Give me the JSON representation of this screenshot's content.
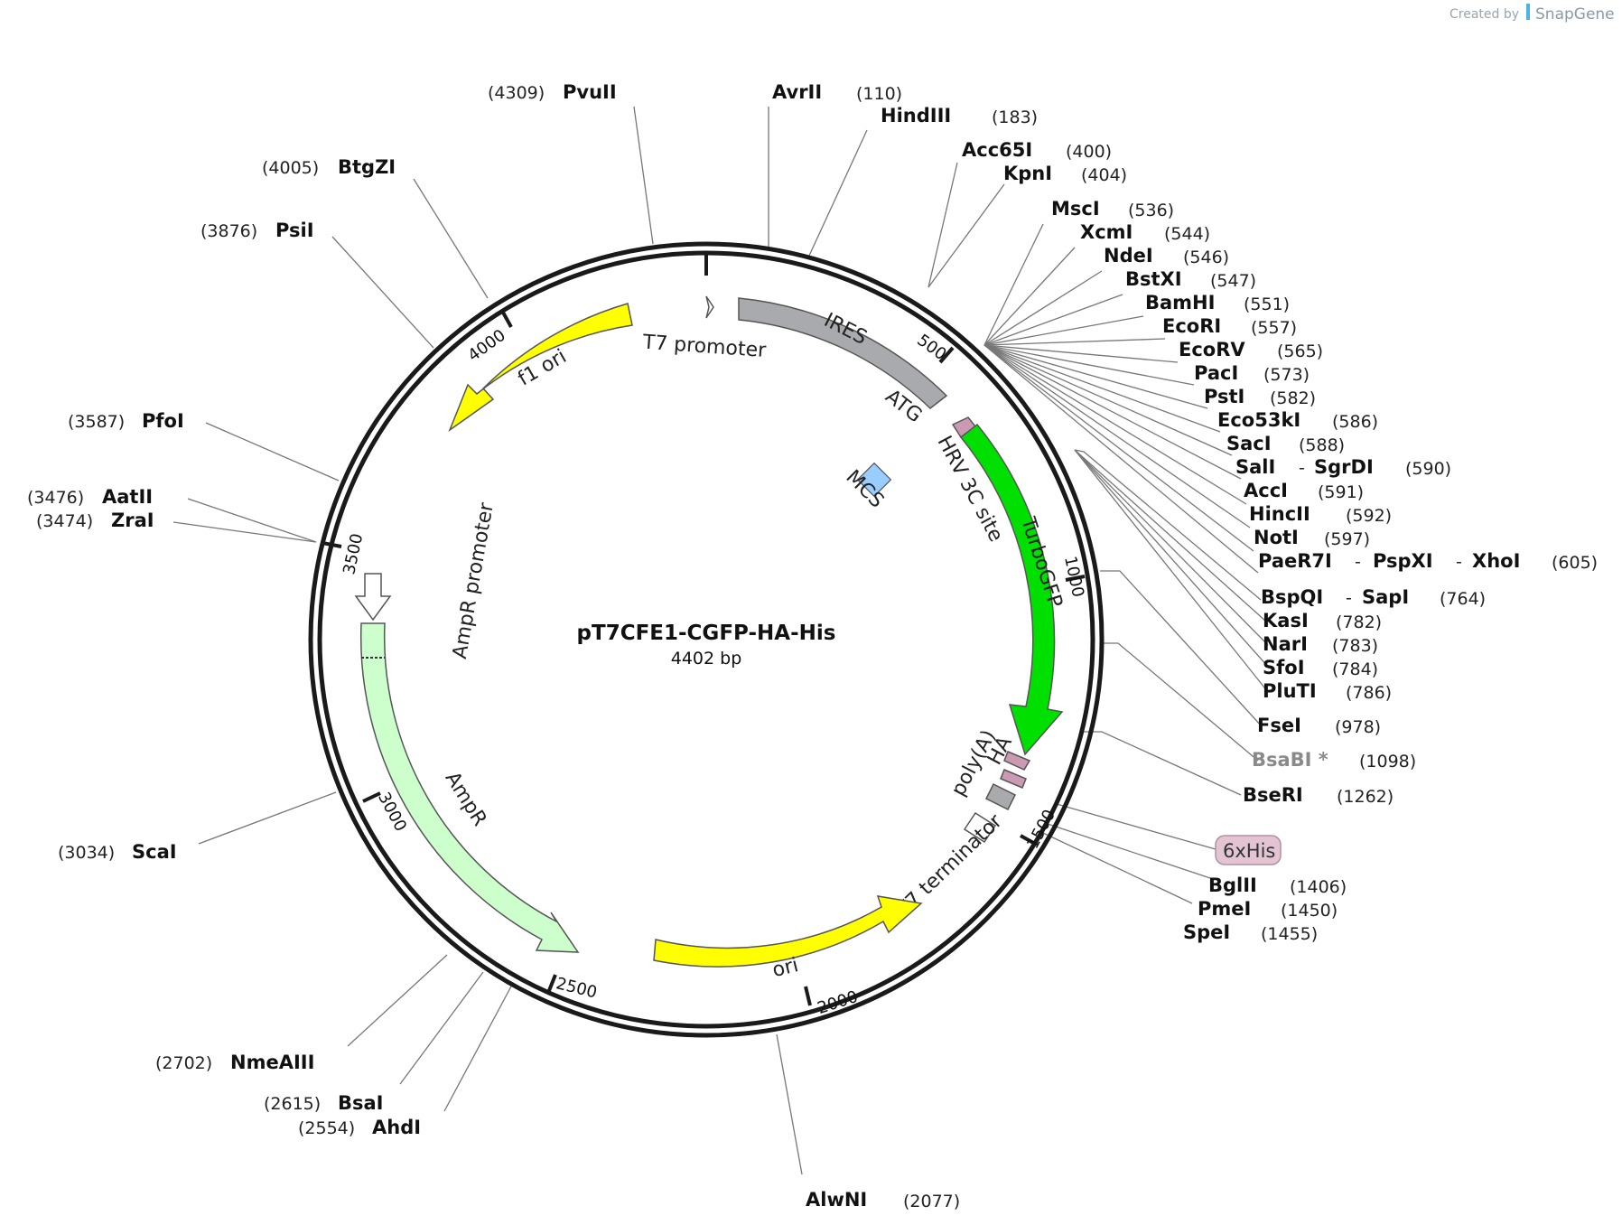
{
  "credit": {
    "prefix": "Created by",
    "brand": "SnapGene"
  },
  "plasmid": {
    "name": "pT7CFE1-CGFP-HA-His",
    "size": "4402 bp"
  },
  "ticks": [
    "500",
    "1000",
    "1500",
    "2000",
    "2500",
    "3000",
    "3500",
    "4000"
  ],
  "features": {
    "t7_promoter": "T7 promoter",
    "ires": "IRES",
    "atg": "ATG",
    "mcs": "MCS",
    "hrv": "HRV 3C site",
    "turbogfp": "TurboGFP",
    "ha": "HA",
    "polya": "poly(A)",
    "t7_terminator": "T7 terminator",
    "ori": "ori",
    "ampr": "AmpR",
    "ampr_promoter": "AmpR promoter",
    "f1ori": "f1 ori"
  },
  "colors": {
    "yellow": "#ffff00",
    "grey_feature": "#a8aaad",
    "green": "#00e000",
    "light_green": "#ccffcc",
    "pink": "#cc99b3",
    "blue": "#99ccff"
  },
  "sites": [
    {
      "name": "PvuII",
      "pos": "(4309)"
    },
    {
      "name": "AvrII",
      "pos": "(110)"
    },
    {
      "name": "HindIII",
      "pos": "(183)"
    },
    {
      "name": "BtgZI",
      "pos": "(4005)"
    },
    {
      "name": "Acc65I",
      "pos": "(400)"
    },
    {
      "name": "KpnI",
      "pos": "(404)"
    },
    {
      "name": "PsiI",
      "pos": "(3876)"
    },
    {
      "name": "MscI",
      "pos": "(536)"
    },
    {
      "name": "XcmI",
      "pos": "(544)"
    },
    {
      "name": "NdeI",
      "pos": "(546)"
    },
    {
      "name": "BstXI",
      "pos": "(547)"
    },
    {
      "name": "BamHI",
      "pos": "(551)"
    },
    {
      "name": "EcoRI",
      "pos": "(557)"
    },
    {
      "name": "EcoRV",
      "pos": "(565)"
    },
    {
      "name": "PacI",
      "pos": "(573)"
    },
    {
      "name": "PstI",
      "pos": "(582)"
    },
    {
      "name": "PfoI",
      "pos": "(3587)"
    },
    {
      "name": "Eco53kI",
      "pos": "(586)"
    },
    {
      "name": "SacI",
      "pos": "(588)"
    },
    {
      "name": "SalI",
      "name2": "SgrDI",
      "pos": "(590)"
    },
    {
      "name": "AatII",
      "pos": "(3476)"
    },
    {
      "name": "AccI",
      "pos": "(591)"
    },
    {
      "name": "ZraI",
      "pos": "(3474)"
    },
    {
      "name": "HincII",
      "pos": "(592)"
    },
    {
      "name": "NotI",
      "pos": "(597)"
    },
    {
      "name": "PaeR7I",
      "name2": "PspXI",
      "name3": "XhoI",
      "pos": "(605)"
    },
    {
      "name": "BspQI",
      "name2": "SapI",
      "pos": "(764)"
    },
    {
      "name": "KasI",
      "pos": "(782)"
    },
    {
      "name": "NarI",
      "pos": "(783)"
    },
    {
      "name": "SfoI",
      "pos": "(784)"
    },
    {
      "name": "PluTI",
      "pos": "(786)"
    },
    {
      "name": "FseI",
      "pos": "(978)"
    },
    {
      "name": "BsaBI *",
      "pos": "(1098)"
    },
    {
      "name": "BseRI",
      "pos": "(1262)"
    },
    {
      "name": "ScaI",
      "pos": "(3034)"
    },
    {
      "name": "BglII",
      "pos": "(1406)"
    },
    {
      "name": "PmeI",
      "pos": "(1450)"
    },
    {
      "name": "SpeI",
      "pos": "(1455)"
    },
    {
      "name": "NmeAIII",
      "pos": "(2702)"
    },
    {
      "name": "BsaI",
      "pos": "(2615)"
    },
    {
      "name": "AhdI",
      "pos": "(2554)"
    },
    {
      "name": "AlwNI",
      "pos": "(2077)"
    }
  ],
  "his_tag": "6xHis",
  "separator": "-"
}
